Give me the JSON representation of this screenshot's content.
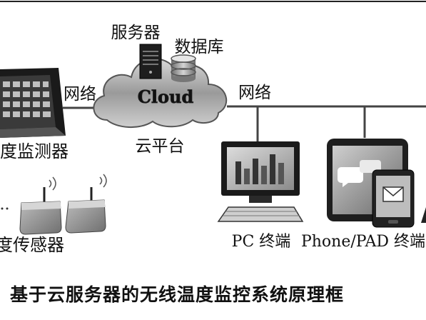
{
  "diagram": {
    "cloud_label": "Cloud",
    "server_label": "服务器",
    "database_label": "数据库",
    "platform_label": "云平台",
    "network_left_label": "网络",
    "network_right_label": "网络",
    "monitor_label": "度监测器",
    "sensor_label": "度传感器",
    "pc_label": "PC 终端",
    "mobile_label": "Phone/PAD 终端"
  },
  "caption": "基于云服务器的无线温度监控系统原理框"
}
